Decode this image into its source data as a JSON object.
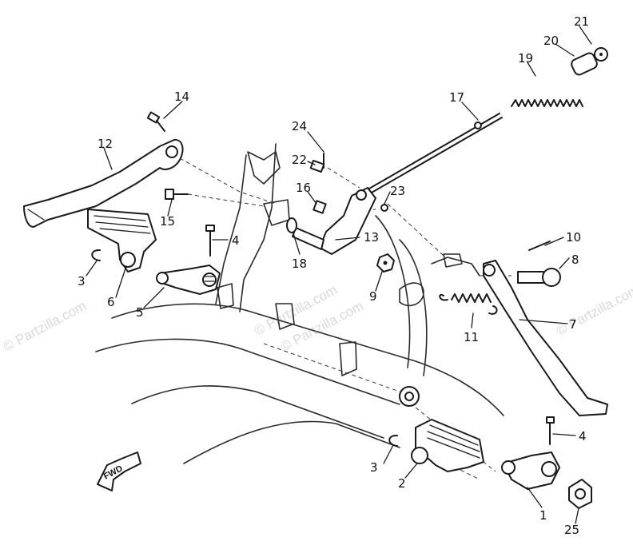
{
  "watermark": {
    "text": "© Partzilla.com",
    "color": "#d9d9d9"
  },
  "fwd_arrow": {
    "text": "FWD"
  },
  "callouts": [
    {
      "key": "1",
      "text": "1"
    },
    {
      "key": "2",
      "text": "2"
    },
    {
      "key": "3a",
      "text": "3"
    },
    {
      "key": "3b",
      "text": "3"
    },
    {
      "key": "4a",
      "text": "4"
    },
    {
      "key": "4b",
      "text": "4"
    },
    {
      "key": "5",
      "text": "5"
    },
    {
      "key": "6",
      "text": "6"
    },
    {
      "key": "7",
      "text": "7"
    },
    {
      "key": "8",
      "text": "8"
    },
    {
      "key": "9",
      "text": "9"
    },
    {
      "key": "10",
      "text": "10"
    },
    {
      "key": "11",
      "text": "11"
    },
    {
      "key": "12",
      "text": "12"
    },
    {
      "key": "13",
      "text": "13"
    },
    {
      "key": "14",
      "text": "14"
    },
    {
      "key": "15",
      "text": "15"
    },
    {
      "key": "16",
      "text": "16"
    },
    {
      "key": "17",
      "text": "17"
    },
    {
      "key": "18",
      "text": "18"
    },
    {
      "key": "19",
      "text": "19"
    },
    {
      "key": "20",
      "text": "20"
    },
    {
      "key": "21",
      "text": "21"
    },
    {
      "key": "22",
      "text": "22"
    },
    {
      "key": "23",
      "text": "23"
    },
    {
      "key": "24",
      "text": "24"
    },
    {
      "key": "25",
      "text": "25"
    }
  ]
}
